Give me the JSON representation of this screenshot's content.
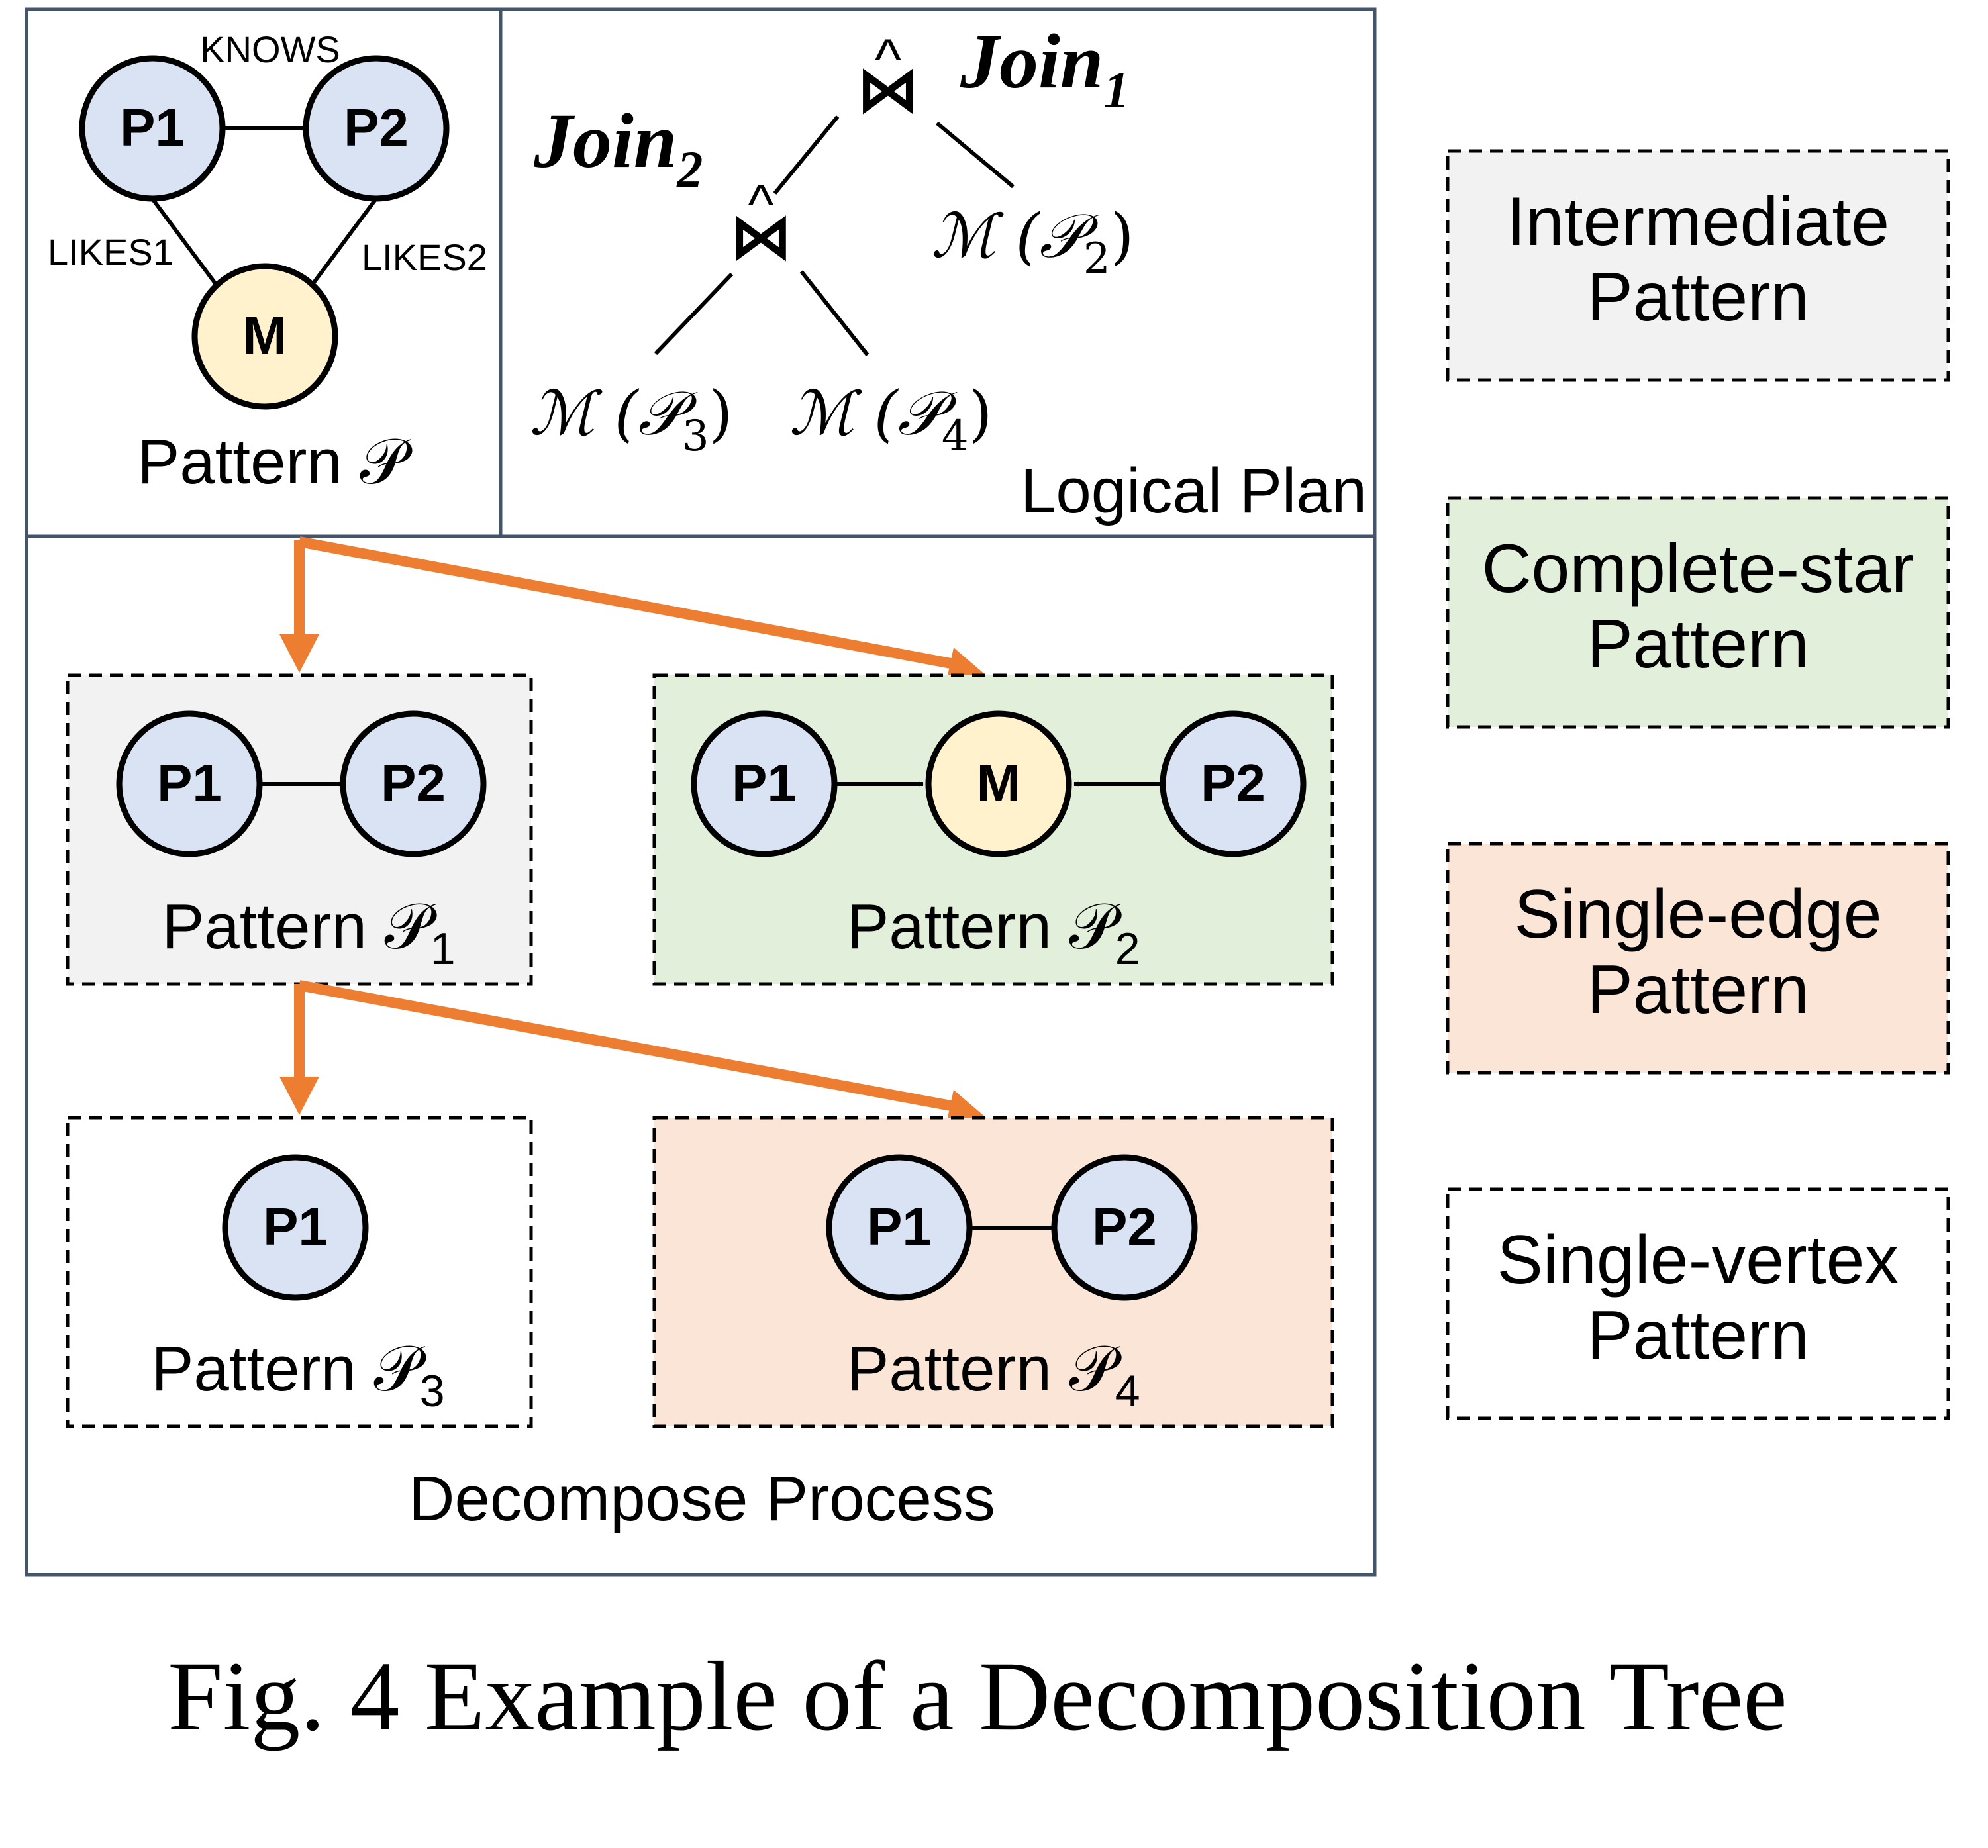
{
  "figure": {
    "caption": "Fig. 4 Example of a Decomposition Tree"
  },
  "pattern_panel": {
    "caption": "Pattern 𝒫",
    "nodes": {
      "p1": "P1",
      "p2": "P2",
      "m": "M"
    },
    "edges": {
      "knows": "KNOWS",
      "likes1": "LIKES1",
      "likes2": "LIKES2"
    }
  },
  "logical_plan": {
    "caption": "Logical Plan",
    "join_symbol": "⋈",
    "hat_symbol": "^",
    "join1": {
      "name": "Join",
      "sub": "1"
    },
    "join2": {
      "name": "Join",
      "sub": "2"
    },
    "leaves": {
      "m_p2": {
        "text": "ℳ (𝒫",
        "sub": "2",
        "close": ")"
      },
      "m_p3": {
        "text": "ℳ (𝒫",
        "sub": "3",
        "close": ")"
      },
      "m_p4": {
        "text": "ℳ (𝒫",
        "sub": "4",
        "close": ")"
      }
    }
  },
  "decompose": {
    "caption": "Decompose Process",
    "p1": {
      "label": "Pattern 𝒫",
      "sub": "1",
      "nodes": [
        "P1",
        "P2"
      ]
    },
    "p2": {
      "label": "Pattern 𝒫",
      "sub": "2",
      "nodes": [
        "P1",
        "M",
        "P2"
      ]
    },
    "p3": {
      "label": "Pattern 𝒫",
      "sub": "3",
      "nodes": [
        "P1"
      ]
    },
    "p4": {
      "label": "Pattern 𝒫",
      "sub": "4",
      "nodes": [
        "P1",
        "P2"
      ]
    }
  },
  "legend": [
    {
      "line1": "Intermediate",
      "line2": "Pattern",
      "color": "#f2f2f2"
    },
    {
      "line1": "Complete-star",
      "line2": "Pattern",
      "color": "#e2efda"
    },
    {
      "line1": "Single-edge",
      "line2": "Pattern",
      "color": "#fbe5d6"
    },
    {
      "line1": "Single-vertex",
      "line2": "Pattern",
      "color": "#ffffff"
    }
  ],
  "colors": {
    "vertex_person": "#dae3f3",
    "vertex_message": "#fff2cc",
    "arrow_orange": "#ed7d31",
    "panel_border": "#44546a"
  }
}
